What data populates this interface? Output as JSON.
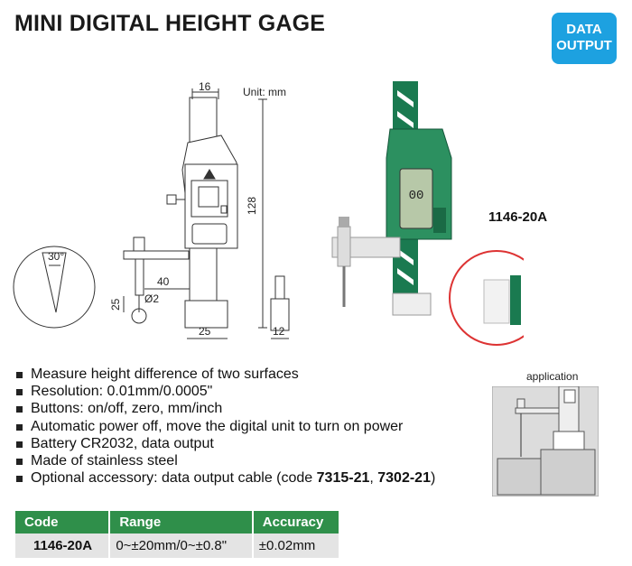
{
  "title": "MINI DIGITAL HEIGHT GAGE",
  "badge": {
    "line1": "DATA",
    "line2": "OUTPUT"
  },
  "drawing": {
    "unit": "Unit: mm",
    "dims": {
      "top_width": "16",
      "height": "128",
      "arm": "40",
      "depth": "25",
      "tip_dia": "Ø2",
      "base_width": "25",
      "side_width": "12",
      "angle": "30°"
    }
  },
  "model": "1146-20A",
  "features": [
    "Measure height difference of two surfaces",
    "Resolution: 0.01mm/0.0005\"",
    "Buttons: on/off, zero, mm/inch",
    "Automatic power off, move the digital unit to turn on power",
    "Battery CR2032, data output",
    "Made of stainless steel"
  ],
  "accessory": {
    "prefix": "Optional accessory: data output cable (code ",
    "code1": "7315-21",
    "sep": ", ",
    "code2": "7302-21",
    "suffix": ")"
  },
  "application_label": "application",
  "table": {
    "headers": [
      "Code",
      "Range",
      "Accuracy"
    ],
    "row": [
      "1146-20A",
      "0~±20mm/0~±0.8\"",
      "±0.02mm"
    ]
  },
  "colors": {
    "brand_green": "#2f8f4a",
    "badge_blue": "#1da1e0",
    "gauge_green": "#1a7a50"
  }
}
